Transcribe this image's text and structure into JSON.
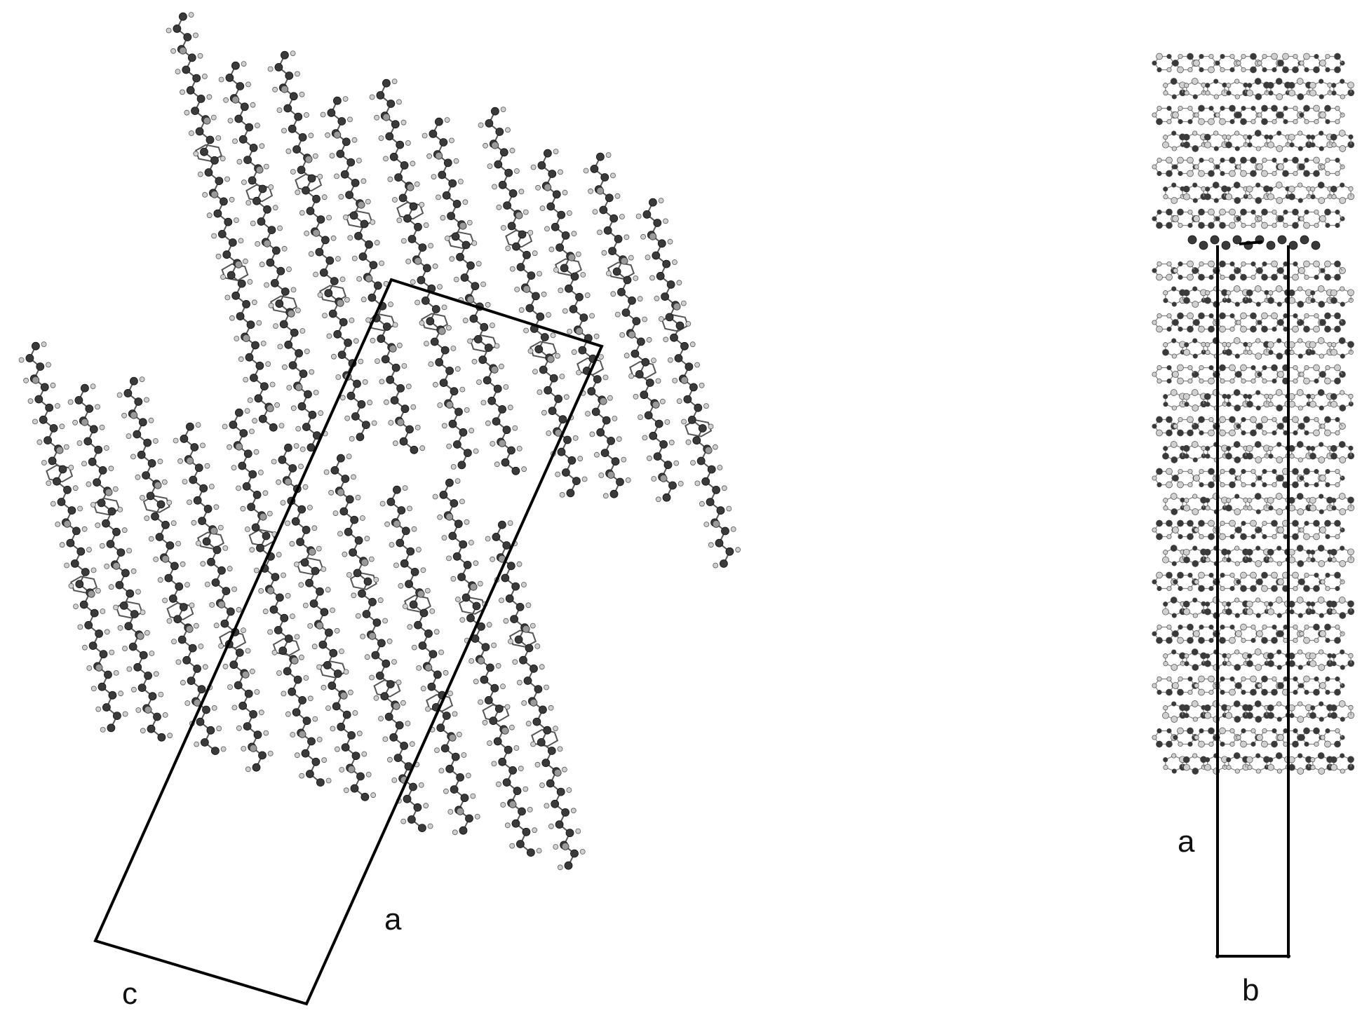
{
  "figure": {
    "left_panel": {
      "axis_labels": {
        "a": "a",
        "c": "c"
      }
    },
    "right_panel": {
      "axis_labels": {
        "a": "a",
        "b": "b"
      }
    }
  },
  "colors": {
    "background": "#ffffff",
    "cell_line": "#000000",
    "atom_carbon": "#3a3a3a",
    "atom_hydrogen": "#d0d0d0",
    "atom_hetero": "#9a9a9a",
    "bond": "#555555"
  }
}
